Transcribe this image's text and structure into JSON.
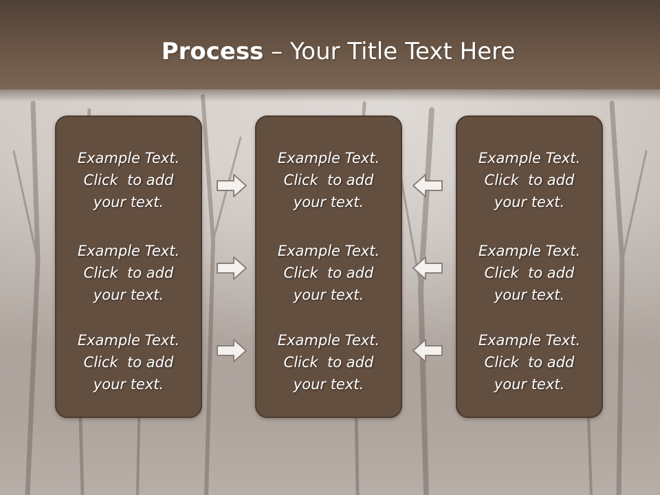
{
  "slide": {
    "title_bold": "Process",
    "title_rest": " – Your Title Text Here"
  },
  "columns": [
    {
      "blocks": [
        {
          "line1": "Example Text.",
          "line2": "Click  to add",
          "line3": "your text."
        },
        {
          "line1": "Example Text.",
          "line2": "Click  to add",
          "line3": "your text."
        },
        {
          "line1": "Example Text.",
          "line2": "Click  to add",
          "line3": "your text."
        }
      ]
    },
    {
      "blocks": [
        {
          "line1": "Example Text.",
          "line2": "Click  to add",
          "line3": "your text."
        },
        {
          "line1": "Example Text.",
          "line2": "Click  to add",
          "line3": "your text."
        },
        {
          "line1": "Example Text.",
          "line2": "Click  to add",
          "line3": "your text."
        }
      ]
    },
    {
      "blocks": [
        {
          "line1": "Example Text.",
          "line2": "Click  to add",
          "line3": "your text."
        },
        {
          "line1": "Example Text.",
          "line2": "Click  to add",
          "line3": "your text."
        },
        {
          "line1": "Example Text.",
          "line2": "Click  to add",
          "line3": "your text."
        }
      ]
    }
  ],
  "arrows": {
    "left_group_icon": "arrow-right-icon",
    "right_group_icon": "arrow-left-icon"
  },
  "colors": {
    "header": "#6a5646",
    "panel": "#634f40",
    "panel_border": "#4a3a2e",
    "text": "#ffffff",
    "arrow_fill": "#f4f1ee",
    "arrow_stroke": "#8a7f78"
  }
}
